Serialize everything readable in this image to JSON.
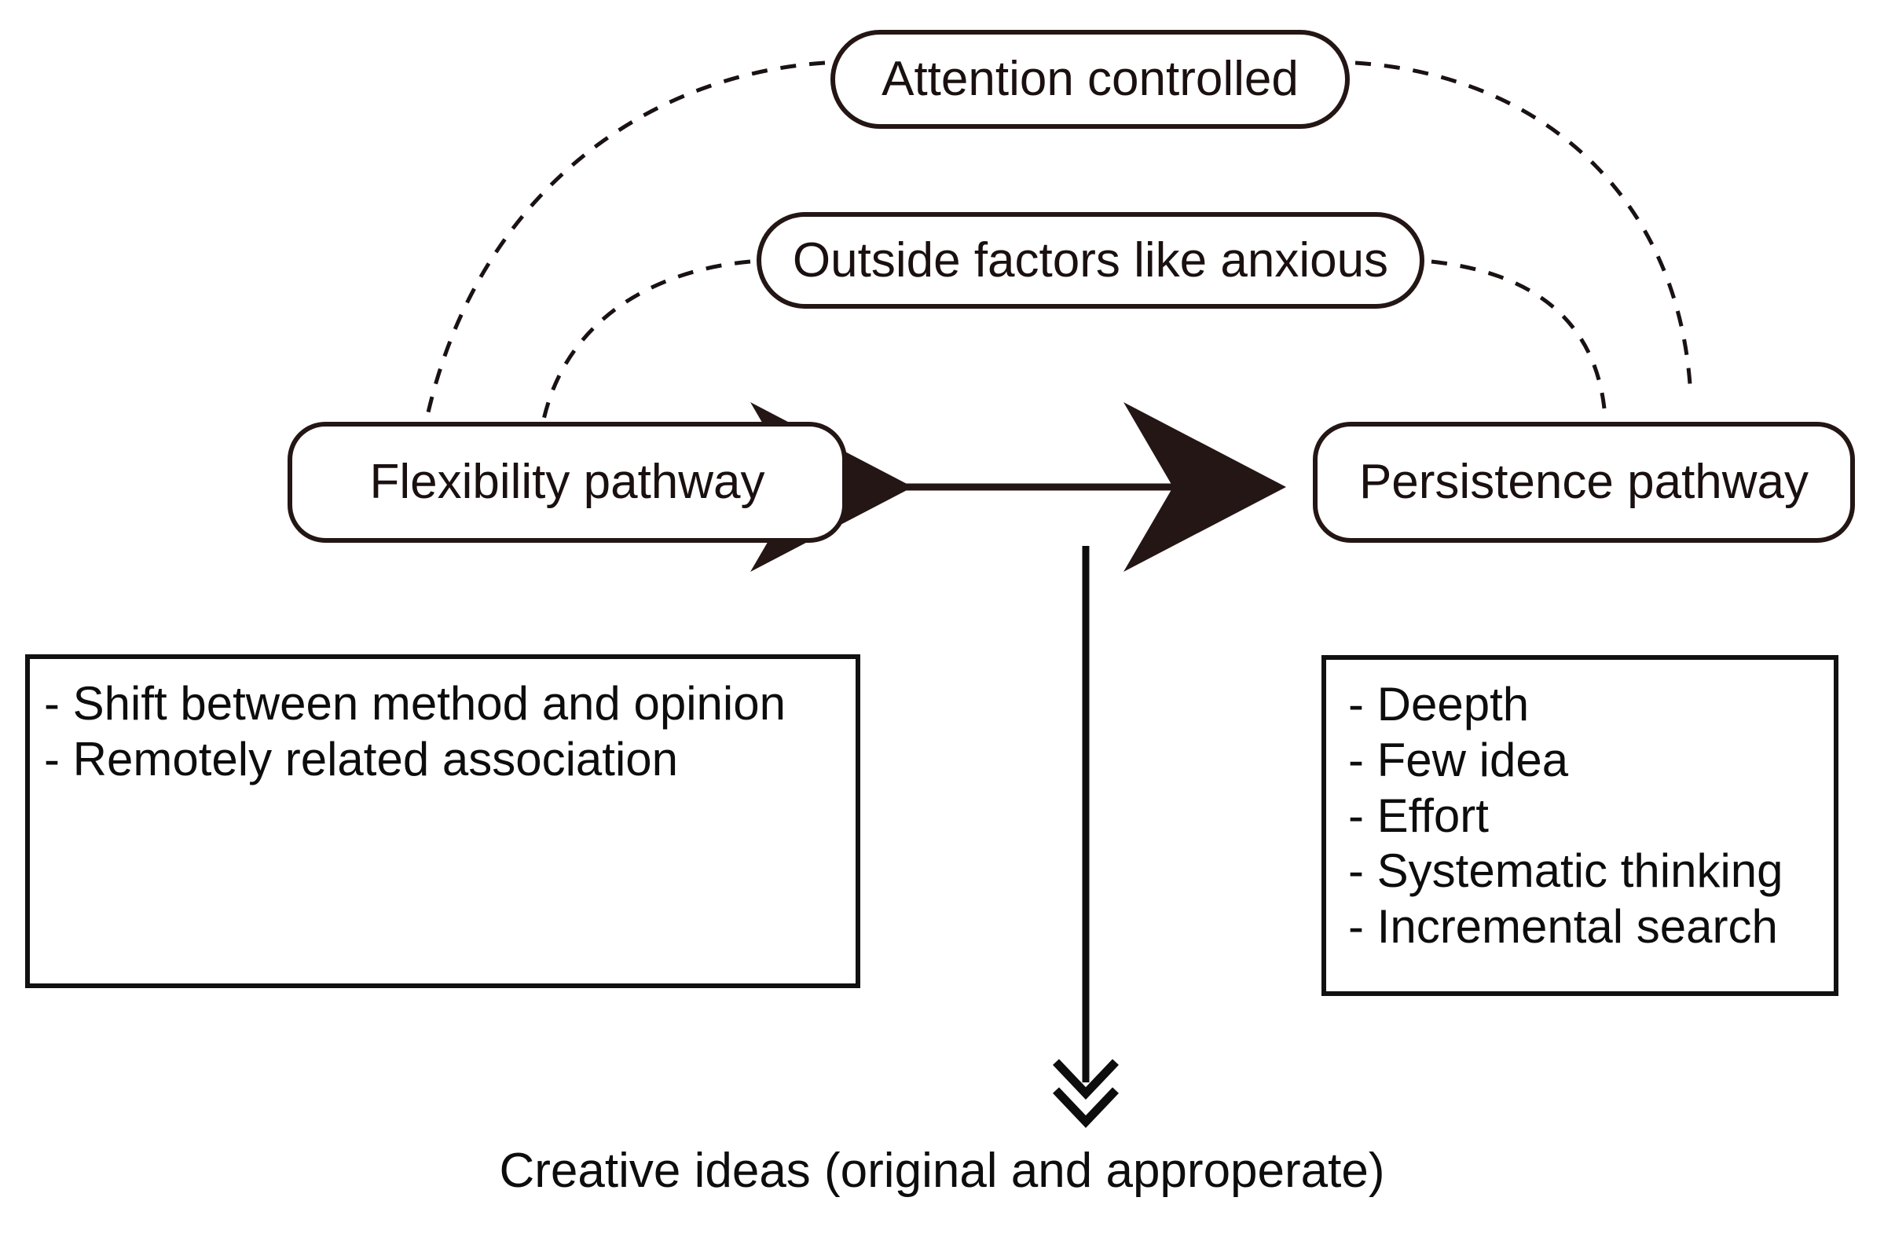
{
  "diagram": {
    "title_caption": "Creative ideas (original and approperate)",
    "nodes": {
      "attention": "Attention controlled",
      "outside": "Outside factors like anxious",
      "flexibility": "Flexibility pathway",
      "persistence": "Persistence pathway"
    },
    "flexibility_details": {
      "items": [
        "- Shift between method and opinion",
        "- Remotely related association"
      ]
    },
    "persistence_details": {
      "items": [
        "- Deepth",
        "- Few idea",
        "- Effort",
        "- Systematic thinking",
        "- Incremental search"
      ]
    },
    "connectors": {
      "pathway_link": "bidirectional-arrow",
      "outcome_link": "downward-double-chevron-arrow",
      "influence_links": "dashed-arc"
    },
    "colors": {
      "stroke": "#231615",
      "box_stroke": "#111111",
      "text": "#0d0d0d",
      "background": "#ffffff"
    }
  }
}
